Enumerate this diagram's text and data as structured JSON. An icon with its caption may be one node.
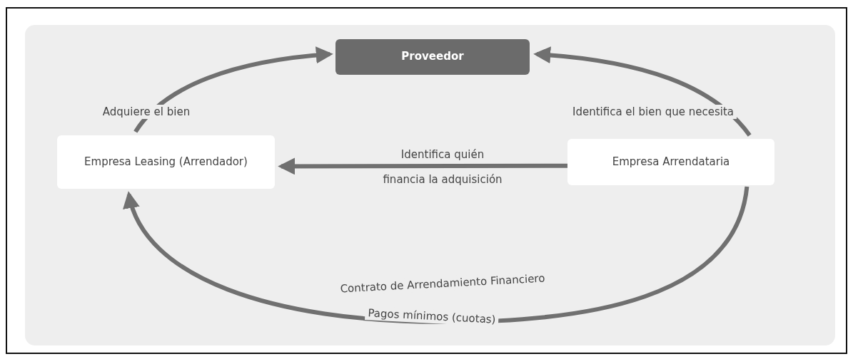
{
  "diagram": {
    "nodes": [
      {
        "text": [
          "Proveedor"
        ]
      },
      {
        "text": [
          "Empresa Leasing (Arrendador)"
        ]
      },
      {
        "text": [
          "Empresa Arrendataria"
        ]
      }
    ],
    "edges": [
      {
        "from": 1,
        "to": 0,
        "arrow": "to",
        "label": "Adquiere el bien"
      },
      {
        "from": 2,
        "to": 0,
        "arrow": "to",
        "label": "Identifica el bien que necesita"
      },
      {
        "from": 2,
        "to": 1,
        "arrow": "to",
        "label": "Identifica quién"
      },
      {
        "from": 2,
        "to": 1,
        "arrow": "to",
        "label": "Contrato de Arrendamiento Financiero"
      }
    ],
    "labels": [
      "financia la adquisición",
      "Pagos mínimos (cuotas)"
    ]
  }
}
